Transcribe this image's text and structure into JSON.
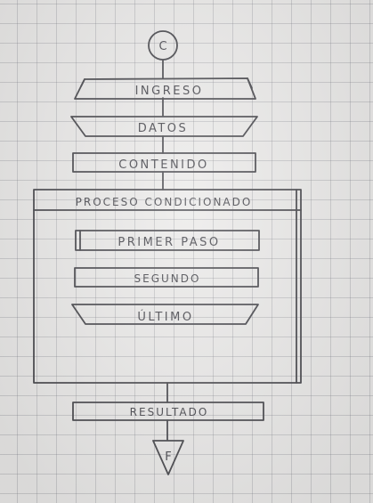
{
  "diagram": {
    "start_connector": "C",
    "input_top": "INGRESO",
    "input_bottom": "DATOS",
    "content_box": "CONTENIDO",
    "condition_block": "PROCESO CONDICIONADO",
    "first_step": "PRIMER PASO",
    "second_step": "SEGUNDO",
    "last_step": "ÚLTIMO",
    "result_box": "RESULTADO",
    "end_connector": "F"
  }
}
